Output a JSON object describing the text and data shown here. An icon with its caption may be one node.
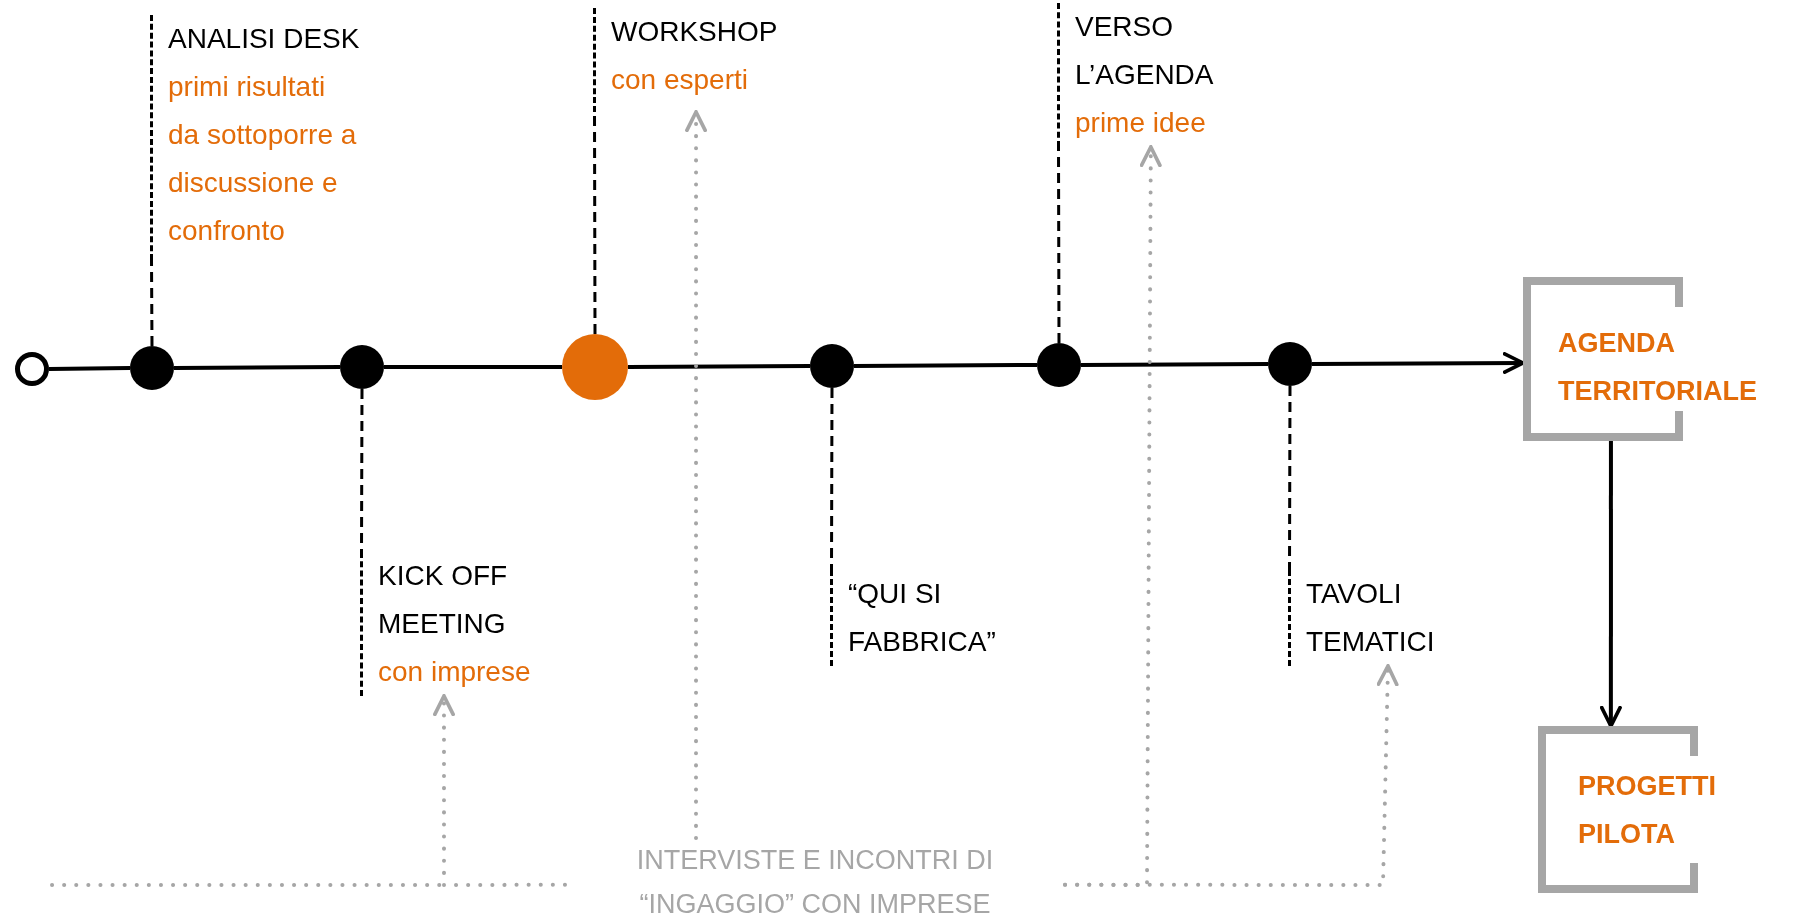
{
  "diagram": {
    "nodes": [
      {
        "text": [],
        "shape": "circle"
      },
      {
        "text": [],
        "shape": "circle"
      },
      {
        "text": [
          "ANALISI DESK",
          "primi risultati da sottoporre a discussione e confronto"
        ]
      },
      {
        "text": [],
        "shape": "circle"
      },
      {
        "text": [
          "KICK OFF MEETING",
          "con imprese"
        ]
      },
      {
        "text": [],
        "shape": "circle"
      },
      {
        "text": [
          "WORKSHOP",
          "con esperti"
        ]
      },
      {
        "text": [],
        "shape": "circle"
      },
      {
        "text": [
          "“QUI SI FABBRICA”"
        ]
      },
      {
        "text": [],
        "shape": "circle"
      },
      {
        "text": [
          "VERSO L’AGENDA",
          "prime idee"
        ]
      },
      {
        "text": [],
        "shape": "circle"
      },
      {
        "text": [
          "TAVOLI TEMATICI"
        ]
      },
      {
        "text": [
          "AGENDA TERRITORIALE"
        ]
      },
      {
        "text": [
          "PROGETTI PILOTA"
        ]
      },
      {
        "text": [
          "INTERVISTE E INCONTRI DI “INGAGGIO” CON IMPRESE"
        ]
      }
    ],
    "edges": [
      {
        "from": 0,
        "to": 1,
        "arrow": "none"
      },
      {
        "from": 1,
        "to": 3,
        "arrow": "none"
      },
      {
        "from": 3,
        "to": 5,
        "arrow": "none"
      },
      {
        "from": 5,
        "to": 7,
        "arrow": "none"
      },
      {
        "from": 7,
        "to": 9,
        "arrow": "none"
      },
      {
        "from": 9,
        "to": 11,
        "arrow": "none"
      },
      {
        "from": 11,
        "to": 13,
        "arrow": "to"
      },
      {
        "from": 1,
        "to": 2,
        "arrow": "none",
        "style": "dashed"
      },
      {
        "from": 3,
        "to": 4,
        "arrow": "none",
        "style": "dashed"
      },
      {
        "from": 5,
        "to": 6,
        "arrow": "none",
        "style": "dashed"
      },
      {
        "from": 7,
        "to": 8,
        "arrow": "none",
        "style": "dashed"
      },
      {
        "from": 9,
        "to": 10,
        "arrow": "none",
        "style": "dashed"
      },
      {
        "from": 11,
        "to": 12,
        "arrow": "none",
        "style": "dashed"
      },
      {
        "from": 13,
        "to": 14,
        "arrow": "to"
      },
      {
        "from": 15,
        "to": 4,
        "arrow": "to",
        "style": "dashed",
        "color": "#a6a6a6"
      },
      {
        "from": 15,
        "to": 6,
        "arrow": "to",
        "style": "dashed",
        "color": "#a6a6a6"
      },
      {
        "from": 15,
        "to": 10,
        "arrow": "to",
        "style": "dashed",
        "color": "#a6a6a6"
      },
      {
        "from": 15,
        "to": 12,
        "arrow": "to",
        "style": "dashed",
        "color": "#a6a6a6"
      }
    ]
  }
}
